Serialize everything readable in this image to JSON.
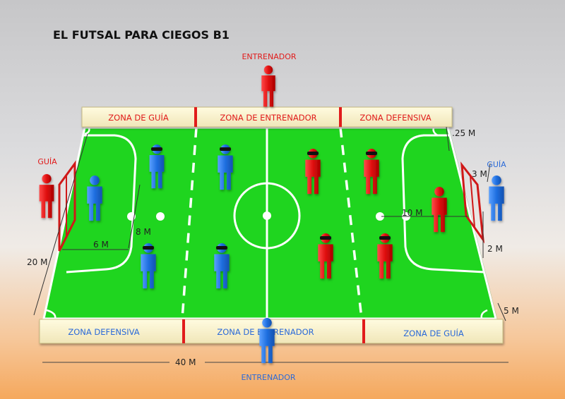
{
  "title": "EL FUTSAL PARA CIEGOS B1",
  "coach_top": "ENTRENADOR",
  "coach_bottom": "ENTRENADOR",
  "guide_left": "GUÍA",
  "guide_right": "GUÍA",
  "zones_top": [
    "ZONA DE GUÍA",
    "ZONA DE ENTRENADOR",
    "ZONA DEFENSIVA"
  ],
  "zones_bottom": [
    "ZONA DEFENSIVA",
    "ZONA DE ENTRENADOR",
    "ZONA DE GUÍA"
  ],
  "measures": {
    "quarter_m": ".25 M",
    "three_m": "3 M",
    "ten_m": "10 M",
    "two_m": "2 M",
    "five_m": "5 M",
    "eight_m": "8 M",
    "six_m": "6 M",
    "twenty_m": "20 M",
    "forty_m": "40 M"
  },
  "colors": {
    "field": "#1fd51f",
    "blue_team": "#1f6fe0",
    "red_team": "#e01010",
    "zone_red_text": "#e11b1b",
    "zone_blue_text": "#2b6ad8"
  }
}
